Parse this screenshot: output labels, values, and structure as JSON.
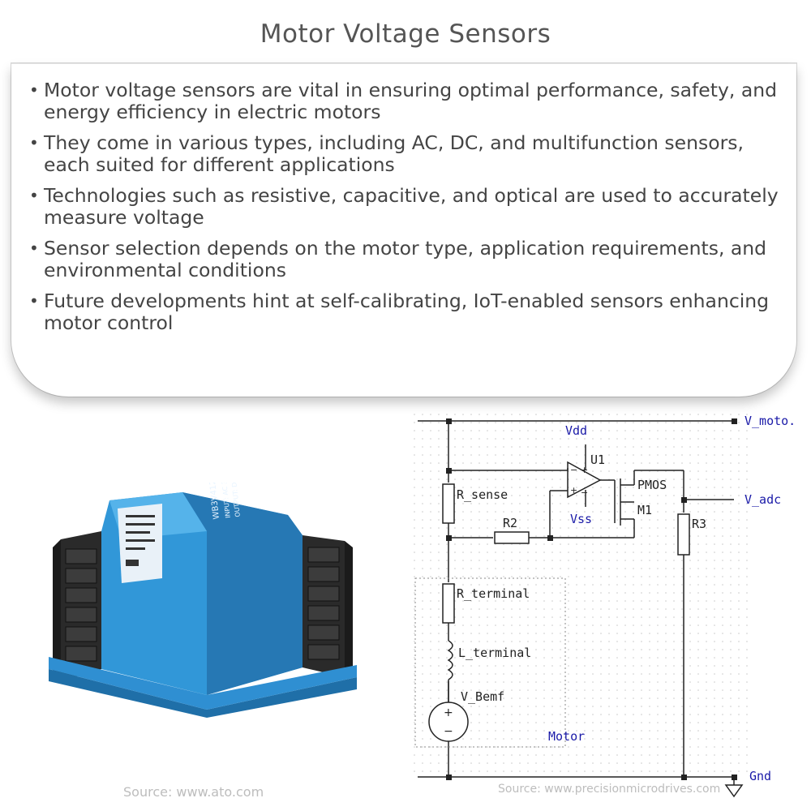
{
  "title": "Motor Voltage Sensors",
  "bullets": [
    "Motor voltage sensors are vital in ensuring optimal performance, safety, and energy efficiency in electric motors",
    "They come in various types, including AC, DC, and multifunction sensors, each suited for different applications",
    "Technologies such as resistive, capacitive, and optical are used to accurately measure voltage",
    "Sensor selection depends on the motor type, application requirements, and environmental conditions",
    "Future developments hint at self-calibrating, IoT-enabled sensors enhancing motor control"
  ],
  "device_photo": {
    "source": "Source: www.ato.com",
    "label_lines": [
      "WB3V412Q17",
      "INPUT: AC 300V",
      "OUTPUT: DC 5V"
    ],
    "colors": {
      "body": "#2e8fd0",
      "terminal": "#2a2a2a"
    }
  },
  "schematic": {
    "source": "Source: www.precisionmicrodrives.com",
    "labels": {
      "v_motor": "V_moto.",
      "vdd": "Vdd",
      "u1": "U1",
      "pmos": "PMOS",
      "m1": "M1",
      "vss": "Vss",
      "v_adc": "V_adc",
      "r_sense": "R_sense",
      "r2": "R2",
      "r3": "R3",
      "r_terminal": "R_terminal",
      "l_terminal": "L_terminal",
      "v_bemf": "V_Bemf",
      "motor": "Motor",
      "gnd": "Gnd",
      "plus": "+",
      "minus": "−"
    },
    "colors": {
      "wire": "#222222",
      "blue_label": "#1a1aa8",
      "grid": "#c9c9c9"
    }
  }
}
